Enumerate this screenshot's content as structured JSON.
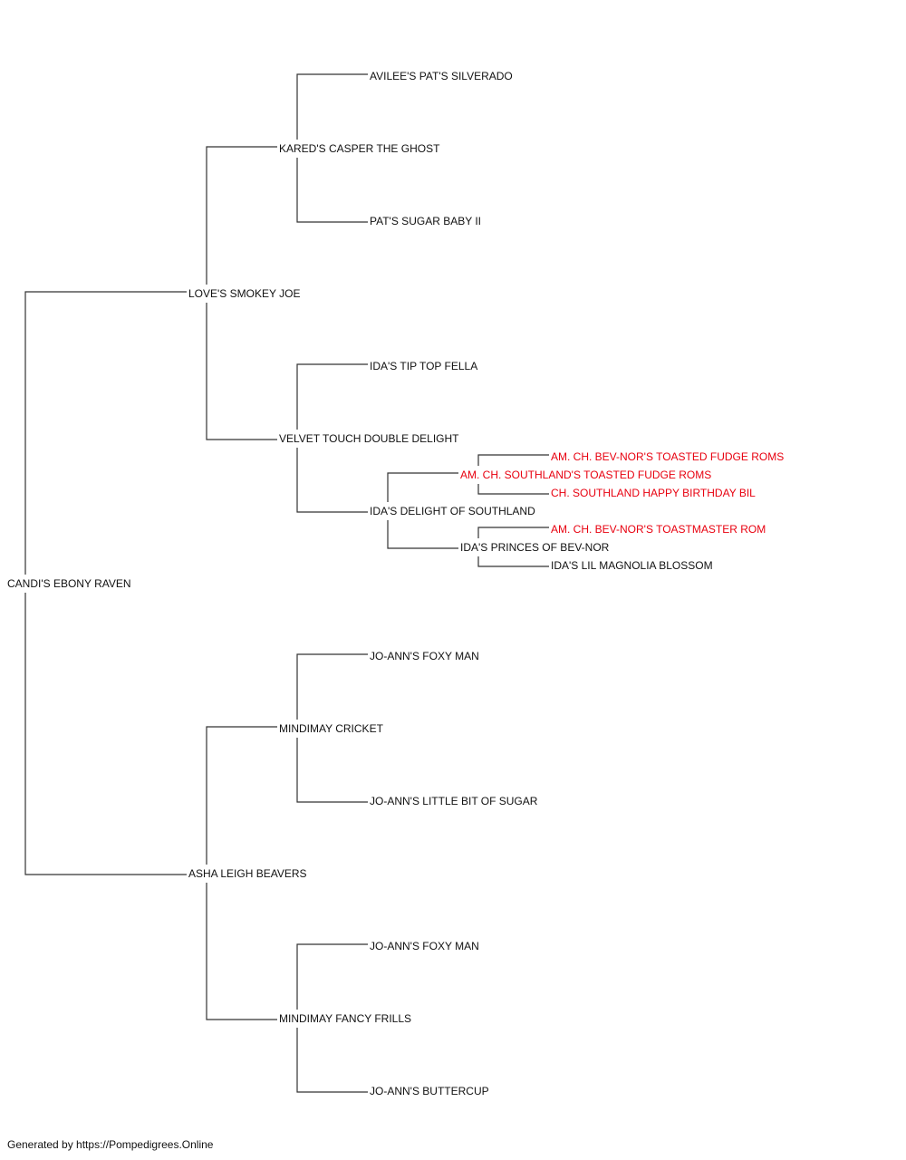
{
  "colors": {
    "default": "#111111",
    "highlight": "#e8000f",
    "line": "#333333"
  },
  "footer": "Generated by https://Pompedigrees.Online",
  "pedigree": {
    "root": "CANDI'S EBONY RAVEN",
    "sire": "LOVE'S SMOKEY JOE",
    "dam": "ASHA LEIGH BEAVERS",
    "sire_sire": "KARED'S CASPER THE GHOST",
    "sire_dam": "VELVET TOUCH DOUBLE DELIGHT",
    "dam_sire": "MINDIMAY CRICKET",
    "dam_dam": "MINDIMAY FANCY FRILLS",
    "sss": "AVILEE'S PAT'S SILVERADO",
    "ssd": "PAT'S SUGAR BABY II",
    "sds": "IDA'S TIP TOP FELLA",
    "sdd": "IDA'S DELIGHT OF SOUTHLAND",
    "dss": "JO-ANN'S FOXY MAN",
    "dsd": "JO-ANN'S LITTLE BIT OF SUGAR",
    "dds": "JO-ANN'S FOXY MAN",
    "ddd": "JO-ANN'S BUTTERCUP",
    "sdds": "AM. CH. SOUTHLAND'S TOASTED FUDGE ROMS",
    "sddd": "IDA'S PRINCES OF BEV-NOR",
    "sddss": "AM. CH. BEV-NOR'S TOASTED FUDGE ROMS",
    "sddsd": "CH. SOUTHLAND HAPPY BIRTHDAY BIL",
    "sddds": "AM. CH. BEV-NOR'S TOASTMASTER ROM",
    "sdddd": "IDA'S LIL MAGNOLIA BLOSSOM"
  },
  "highlighted": [
    "sdds",
    "sddss",
    "sddsd",
    "sddds"
  ]
}
